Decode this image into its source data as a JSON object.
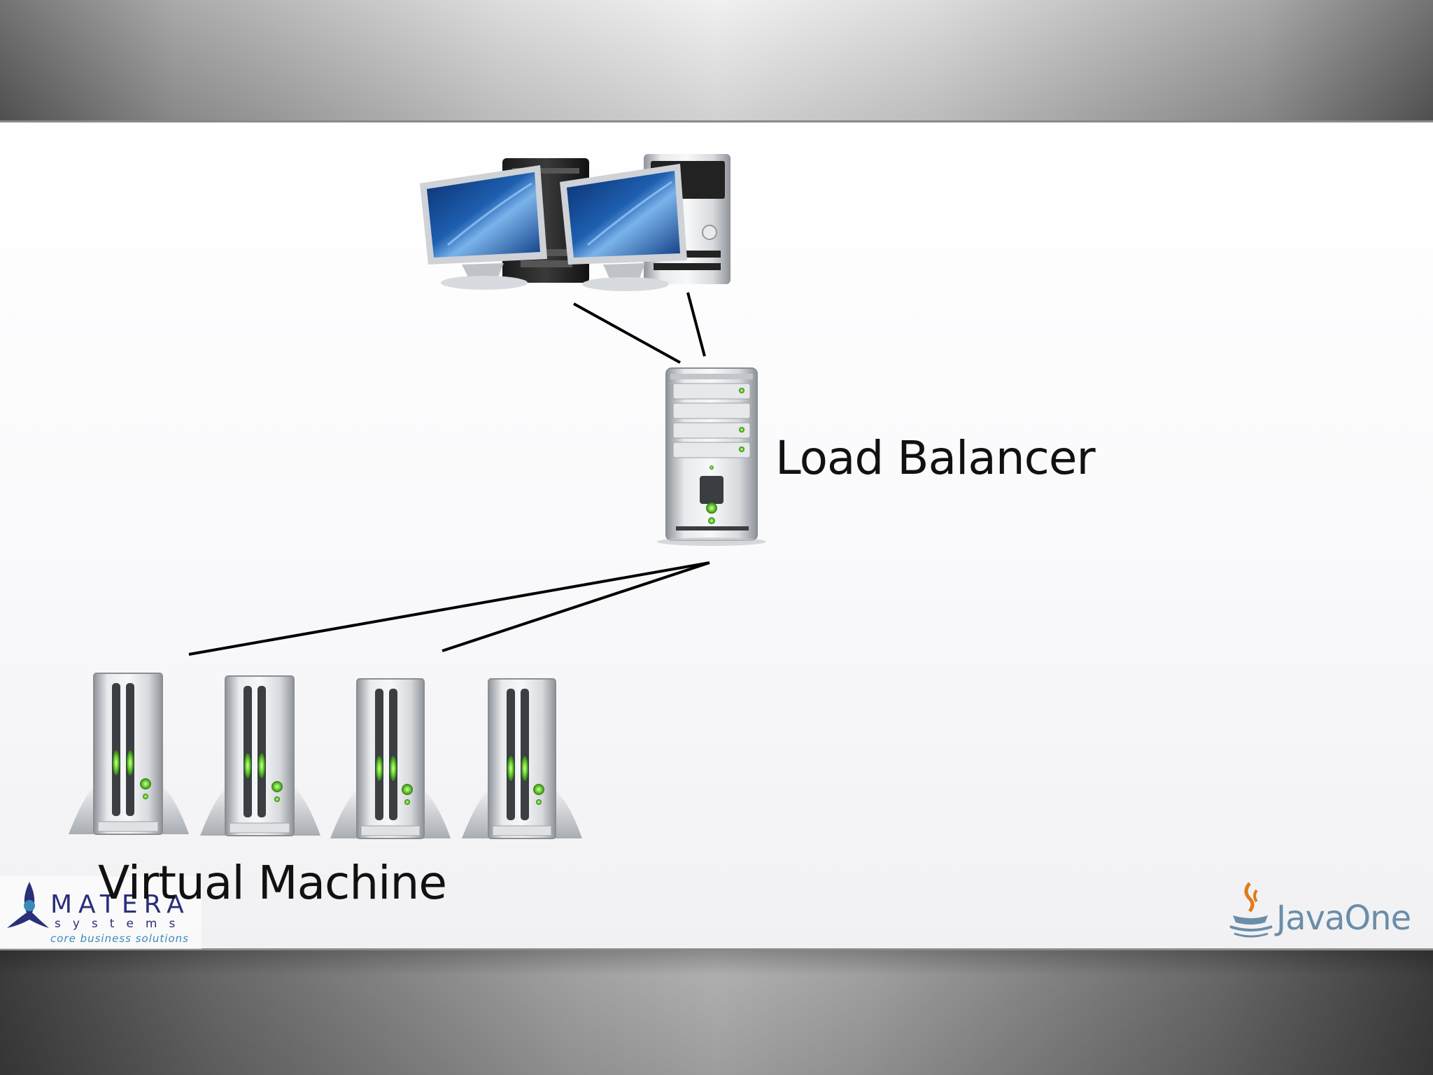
{
  "diagram": {
    "load_balancer_label": "Load Balancer",
    "virtual_machine_label": "Virtual Machine",
    "client_count": 2,
    "virtual_machine_count": 4
  },
  "logos": {
    "left_brand": "MATERA",
    "left_sub": "systems",
    "left_tagline": "core business solutions",
    "right_brand": "JavaOne"
  },
  "colors": {
    "connector": "#000000",
    "screen_blue": "#1e5fb0",
    "led_green": "#6fd23a",
    "server_silver": "#c9ccd0"
  }
}
